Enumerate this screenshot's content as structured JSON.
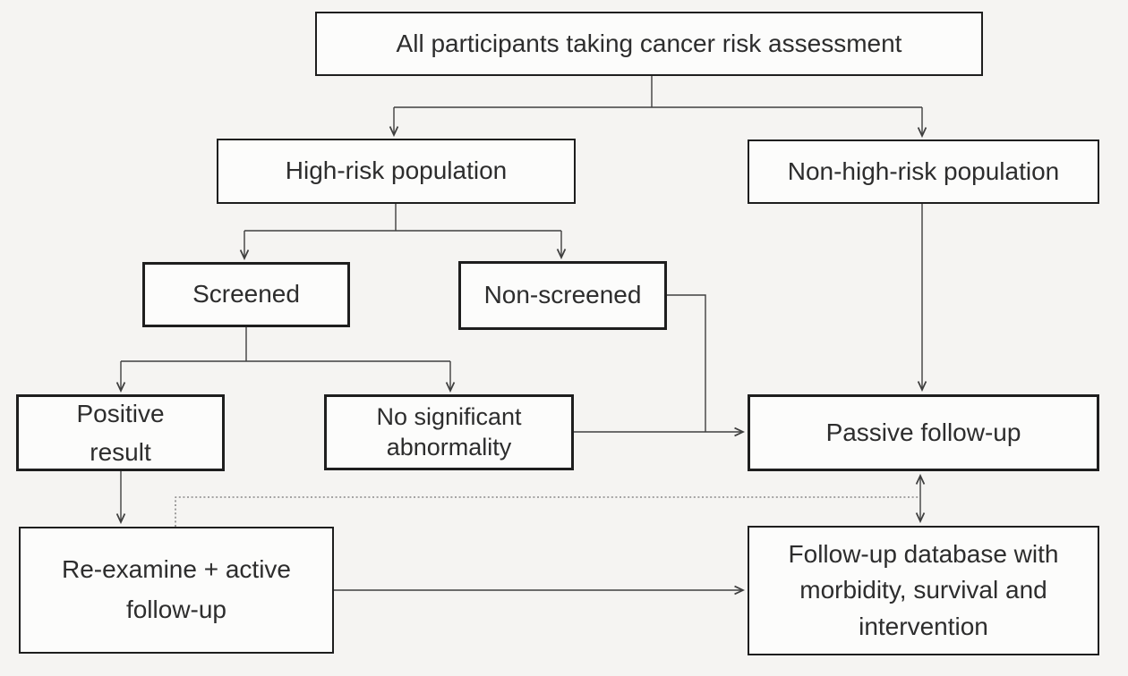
{
  "nodes": {
    "all_participants": {
      "label": "All participants taking cancer risk assessment"
    },
    "high_risk": {
      "label": "High-risk population"
    },
    "non_high_risk": {
      "label": "Non-high-risk population"
    },
    "screened": {
      "label": "Screened"
    },
    "non_screened": {
      "label": "Non-screened"
    },
    "positive_result": {
      "label": "Positive\nresult"
    },
    "no_significant_abnormality": {
      "label": "No significant\nabnormality"
    },
    "passive_follow_up": {
      "label": "Passive follow-up"
    },
    "re_examine": {
      "label": "Re-examine + active\nfollow-up"
    },
    "follow_up_database": {
      "label": "Follow-up database with\nmorbidity, survival and\nintervention"
    }
  },
  "edges": [
    {
      "from": "all_participants",
      "to": "high_risk",
      "style": "solid-arrow"
    },
    {
      "from": "all_participants",
      "to": "non_high_risk",
      "style": "solid-arrow"
    },
    {
      "from": "high_risk",
      "to": "screened",
      "style": "solid-arrow"
    },
    {
      "from": "high_risk",
      "to": "non_screened",
      "style": "solid-arrow"
    },
    {
      "from": "screened",
      "to": "positive_result",
      "style": "solid-arrow"
    },
    {
      "from": "screened",
      "to": "no_significant_abnormality",
      "style": "solid-arrow"
    },
    {
      "from": "non_screened",
      "to": "passive_follow_up",
      "style": "solid-arrow"
    },
    {
      "from": "no_significant_abnormality",
      "to": "passive_follow_up",
      "style": "solid-arrow"
    },
    {
      "from": "non_high_risk",
      "to": "passive_follow_up",
      "style": "solid-arrow"
    },
    {
      "from": "positive_result",
      "to": "re_examine",
      "style": "solid-arrow"
    },
    {
      "from": "re_examine",
      "to": "follow_up_database",
      "style": "solid-arrow"
    },
    {
      "from": "passive_follow_up",
      "to": "follow_up_database",
      "style": "double-arrow"
    },
    {
      "from": "re_examine",
      "to": "passive_follow_up",
      "style": "dotted"
    }
  ],
  "colors": {
    "background": "#f5f4f2",
    "box_fill": "#fcfcfb",
    "box_border": "#1e1e1e",
    "line": "#3f3f3f",
    "dotted_line": "#555555",
    "text": "#2d2d2d"
  }
}
